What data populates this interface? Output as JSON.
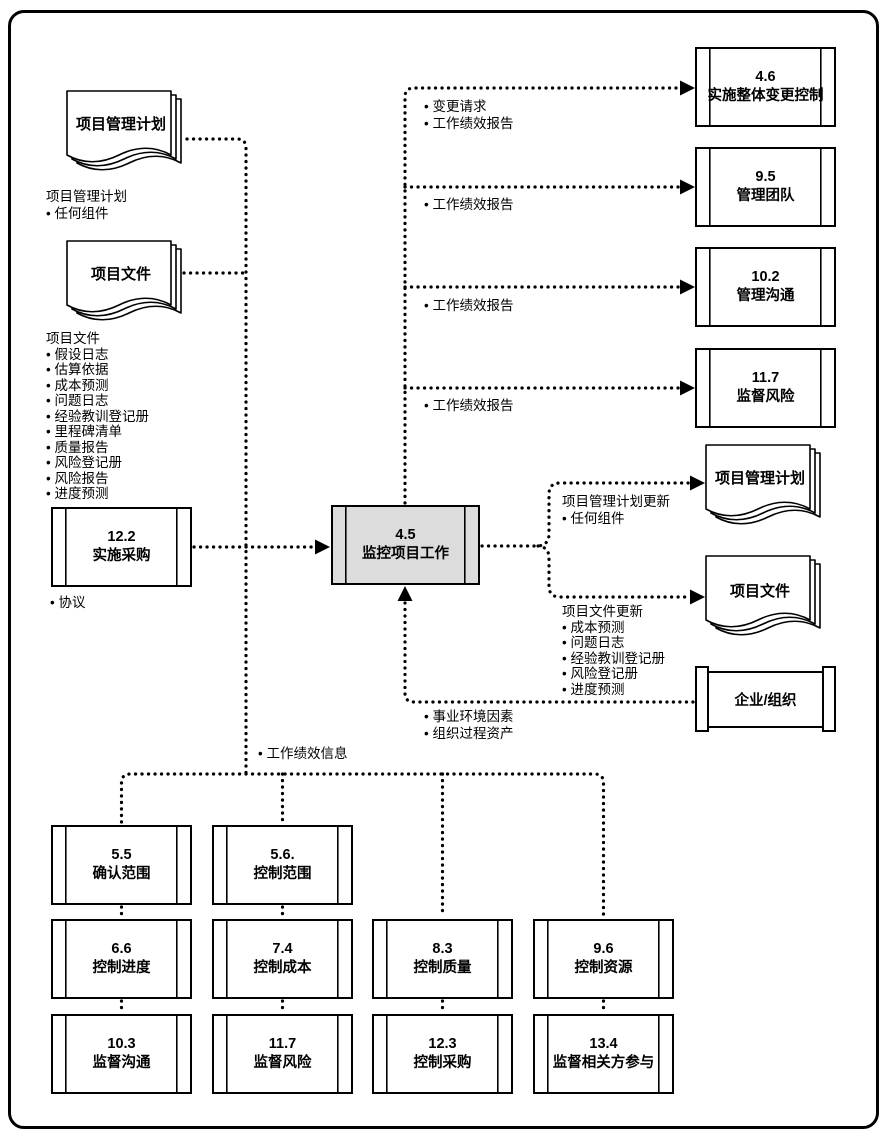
{
  "colors": {
    "line": "#000000",
    "process_fill": "#ffffff",
    "focus_fill": "#dcdcdc"
  },
  "diagram": {
    "focus_box": {
      "num": "4.5",
      "name": "监控项目工作"
    },
    "left": {
      "doc_pm_plan": {
        "title": "项目管理计划"
      },
      "doc_pm_plan_note": {
        "title": "项目管理计划",
        "item": "• 任何组件"
      },
      "doc_proj_docs": {
        "title": "项目文件"
      },
      "doc_proj_docs_note": {
        "title": "项目文件",
        "items": [
          "• 假设日志",
          "• 估算依据",
          "• 成本预测",
          "• 问题日志",
          "• 经验教训登记册",
          "• 里程碑清单",
          "• 质量报告",
          "• 风险登记册",
          "• 风险报告",
          "• 进度预测"
        ]
      },
      "box_122": {
        "num": "12.2",
        "name": "实施采购"
      },
      "agreement_note": "• 协议"
    },
    "top_right": {
      "box_46": {
        "num": "4.6",
        "name": "实施整体变更控制"
      },
      "box_95": {
        "num": "9.5",
        "name": "管理团队"
      },
      "box_102": {
        "num": "10.2",
        "name": "管理沟通"
      },
      "box_117": {
        "num": "11.7",
        "name": "监督风险"
      },
      "to_46_note": {
        "line1": "• 变更请求",
        "line2": "• 工作绩效报告"
      },
      "to_95_note": "• 工作绩效报告",
      "to_102_note": "• 工作绩效报告",
      "to_117_note": "• 工作绩效报告"
    },
    "right": {
      "doc_pm_plan": {
        "title": "项目管理计划"
      },
      "pm_plan_updates_note": {
        "title": "项目管理计划更新",
        "item": "• 任何组件"
      },
      "doc_proj_docs": {
        "title": "项目文件"
      },
      "proj_docs_updates_note": {
        "title": "项目文件更新",
        "items": [
          "• 成本预测",
          "• 问题日志",
          "• 经验教训登记册",
          "• 风险登记册",
          "• 进度预测"
        ]
      },
      "eef_box": {
        "name": "企业/组织"
      },
      "eef_note": {
        "line1": "• 事业环境因素",
        "line2": "• 组织过程资产"
      }
    },
    "bottom": {
      "wpi_note": "• 工作绩效信息",
      "row1": [
        {
          "num": "5.5",
          "name": "确认范围"
        },
        {
          "num": "5.6.",
          "name": "控制范围"
        }
      ],
      "row2": [
        {
          "num": "6.6",
          "name": "控制进度"
        },
        {
          "num": "7.4",
          "name": "控制成本"
        },
        {
          "num": "8.3",
          "name": "控制质量"
        },
        {
          "num": "9.6",
          "name": "控制资源"
        }
      ],
      "row3": [
        {
          "num": "10.3",
          "name": "监督沟通"
        },
        {
          "num": "11.7",
          "name": "监督风险"
        },
        {
          "num": "12.3",
          "name": "控制采购"
        },
        {
          "num": "13.4",
          "name": "监督相关方参与"
        }
      ]
    }
  }
}
